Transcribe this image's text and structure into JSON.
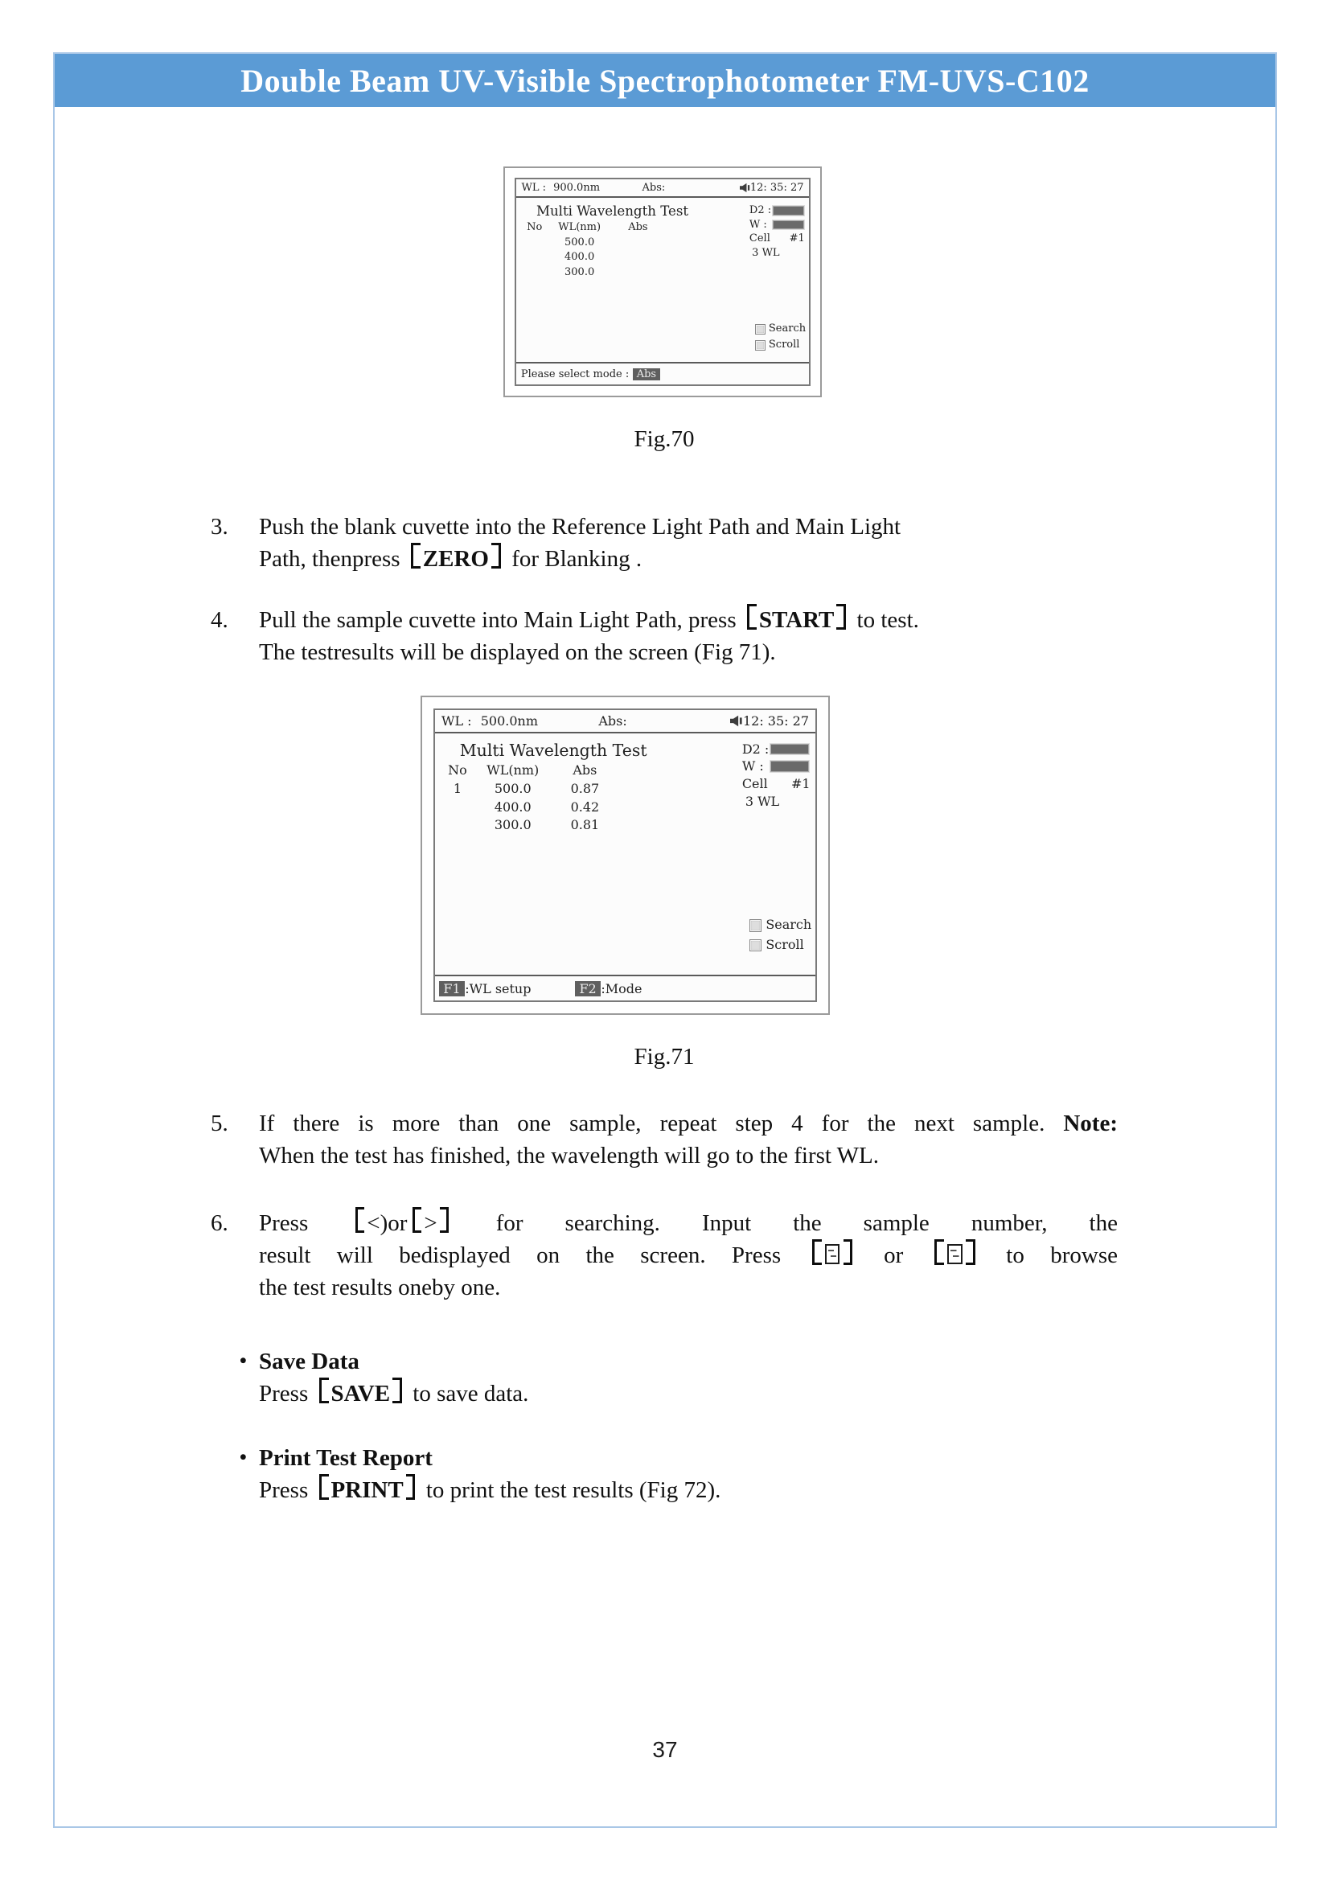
{
  "header": {
    "title": "Double Beam UV-Visible Spectrophotometer FM-UVS-C102",
    "bg_color": "#5b9bd5"
  },
  "figures": {
    "fig70": {
      "caption": "Fig.70",
      "status": {
        "wl_label": "WL :",
        "wl_value": "900.0nm",
        "abs_label": "Abs:",
        "time": "12: 35: 27"
      },
      "title": "Multi Wavelength Test",
      "columns": {
        "no": "No",
        "wl": "WL(nm)",
        "abs": "Abs"
      },
      "rows": [
        {
          "no": "",
          "wl": "500.0",
          "abs": ""
        },
        {
          "no": "",
          "wl": "400.0",
          "abs": ""
        },
        {
          "no": "",
          "wl": "300.0",
          "abs": ""
        }
      ],
      "side": {
        "d2_label": "D2 :",
        "w_label": "W :",
        "cell_label": "Cell",
        "cell_value": "#1",
        "wl_count": "3 WL"
      },
      "legend": {
        "search": "Search",
        "scroll": "Scroll"
      },
      "prompt": {
        "text": "Please select mode :",
        "mode": "Abs"
      }
    },
    "fig71": {
      "caption": "Fig.71",
      "status": {
        "wl_label": "WL :",
        "wl_value": "500.0nm",
        "abs_label": "Abs:",
        "time": "12: 35: 27"
      },
      "title": "Multi Wavelength Test",
      "columns": {
        "no": "No",
        "wl": "WL(nm)",
        "abs": "Abs"
      },
      "rows": [
        {
          "no": "1",
          "wl": "500.0",
          "abs": "0.87"
        },
        {
          "no": "",
          "wl": "400.0",
          "abs": "0.42"
        },
        {
          "no": "",
          "wl": "300.0",
          "abs": "0.81"
        }
      ],
      "side": {
        "d2_label": "D2 :",
        "w_label": "W :",
        "cell_label": "Cell",
        "cell_value": "#1",
        "wl_count": "3 WL"
      },
      "legend": {
        "search": "Search",
        "scroll": "Scroll"
      },
      "fbar": {
        "f1_key": "F1",
        "sep": ":",
        "f1_label": "WL setup",
        "f2_key": "F2",
        "f2_label": "Mode"
      }
    }
  },
  "steps": [
    {
      "num": "3.",
      "lines": [
        {
          "segs": [
            {
              "t": "Push the blank cuvette into the Reference Light Path and Main Light"
            }
          ]
        },
        {
          "segs": [
            {
              "t": "Path, thenpress "
            },
            {
              "lb": true
            },
            {
              "t": "ZERO",
              "b": true
            },
            {
              "rb": true
            },
            {
              "t": " for Blanking ."
            }
          ]
        }
      ]
    },
    {
      "num": "4.",
      "lines": [
        {
          "segs": [
            {
              "t": "Pull the sample cuvette into Main Light Path, press "
            },
            {
              "lb": true
            },
            {
              "t": "START",
              "b": true
            },
            {
              "rb": true
            },
            {
              "t": " to test."
            }
          ]
        },
        {
          "segs": [
            {
              "t": "The testresults will be displayed on the screen (Fig 71)."
            }
          ]
        }
      ]
    },
    {
      "num": "5.",
      "lines": [
        {
          "j": true,
          "segs": [
            {
              "t": "If there is more than one sample, repeat step 4 for the next sample. "
            },
            {
              "t": "Note:",
              "b": true
            }
          ]
        },
        {
          "segs": [
            {
              "t": "When the test has finished, the wavelength will go to the first WL."
            }
          ]
        }
      ]
    },
    {
      "num": "6.",
      "lines": [
        {
          "j": true,
          "segs": [
            {
              "t": "Press "
            },
            {
              "lb": true
            },
            {
              "t": "<)or"
            },
            {
              "lb": true
            },
            {
              "t": ">"
            },
            {
              "rb": true
            },
            {
              "t": " for searching. Input the sample number, the"
            }
          ]
        },
        {
          "j": true,
          "segs": [
            {
              "t": "result will bedisplayed on the screen. Press "
            },
            {
              "lb": true
            },
            {
              "tofu": true
            },
            {
              "rb": true
            },
            {
              "t": " or "
            },
            {
              "lb": true
            },
            {
              "tofu": true
            },
            {
              "rb": true
            },
            {
              "t": " to browse"
            }
          ]
        },
        {
          "segs": [
            {
              "t": "the test results oneby one."
            }
          ]
        }
      ]
    }
  ],
  "bullets": [
    {
      "marker": "•",
      "lines": [
        {
          "segs": [
            {
              "t": "Save Data",
              "b": true
            }
          ]
        },
        {
          "segs": [
            {
              "t": "Press "
            },
            {
              "lb": true
            },
            {
              "t": "SAVE",
              "b": true
            },
            {
              "rb": true
            },
            {
              "t": " to save data."
            }
          ]
        }
      ]
    },
    {
      "marker": "•",
      "lines": [
        {
          "segs": [
            {
              "t": "Print Test Report",
              "b": true
            }
          ]
        },
        {
          "segs": [
            {
              "t": "Press "
            },
            {
              "lb": true
            },
            {
              "t": "PRINT",
              "b": true
            },
            {
              "rb": true
            },
            {
              "t": " to print the test results (Fig 72)."
            }
          ]
        }
      ]
    }
  ],
  "page_number": "37"
}
